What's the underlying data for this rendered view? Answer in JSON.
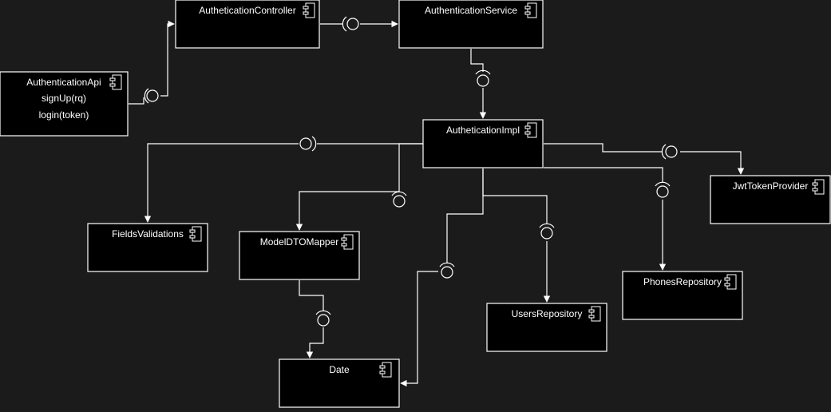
{
  "colors": {
    "background": "#1b1b1b",
    "box_fill": "#000000",
    "stroke": "#ffffff",
    "text": "#ffffff"
  },
  "components": {
    "api": {
      "name": "AuthenticationApi",
      "methods": [
        "signUp(rq)",
        "login(token)"
      ]
    },
    "controller": {
      "name": "AutheticationController"
    },
    "service": {
      "name": "AuthenticationService"
    },
    "impl": {
      "name": "AutheticationImpl"
    },
    "jwt": {
      "name": "JwtTokenProvider"
    },
    "fields": {
      "name": "FieldsValidations"
    },
    "mapper": {
      "name": "ModelDTOMapper"
    },
    "users": {
      "name": "UsersRepository"
    },
    "phones": {
      "name": "PhonesRepository"
    },
    "date": {
      "name": "Date"
    }
  },
  "icons": {
    "component": "uml-component-icon",
    "socket": "required-interface-socket-icon",
    "arrow": "arrowhead-icon"
  }
}
